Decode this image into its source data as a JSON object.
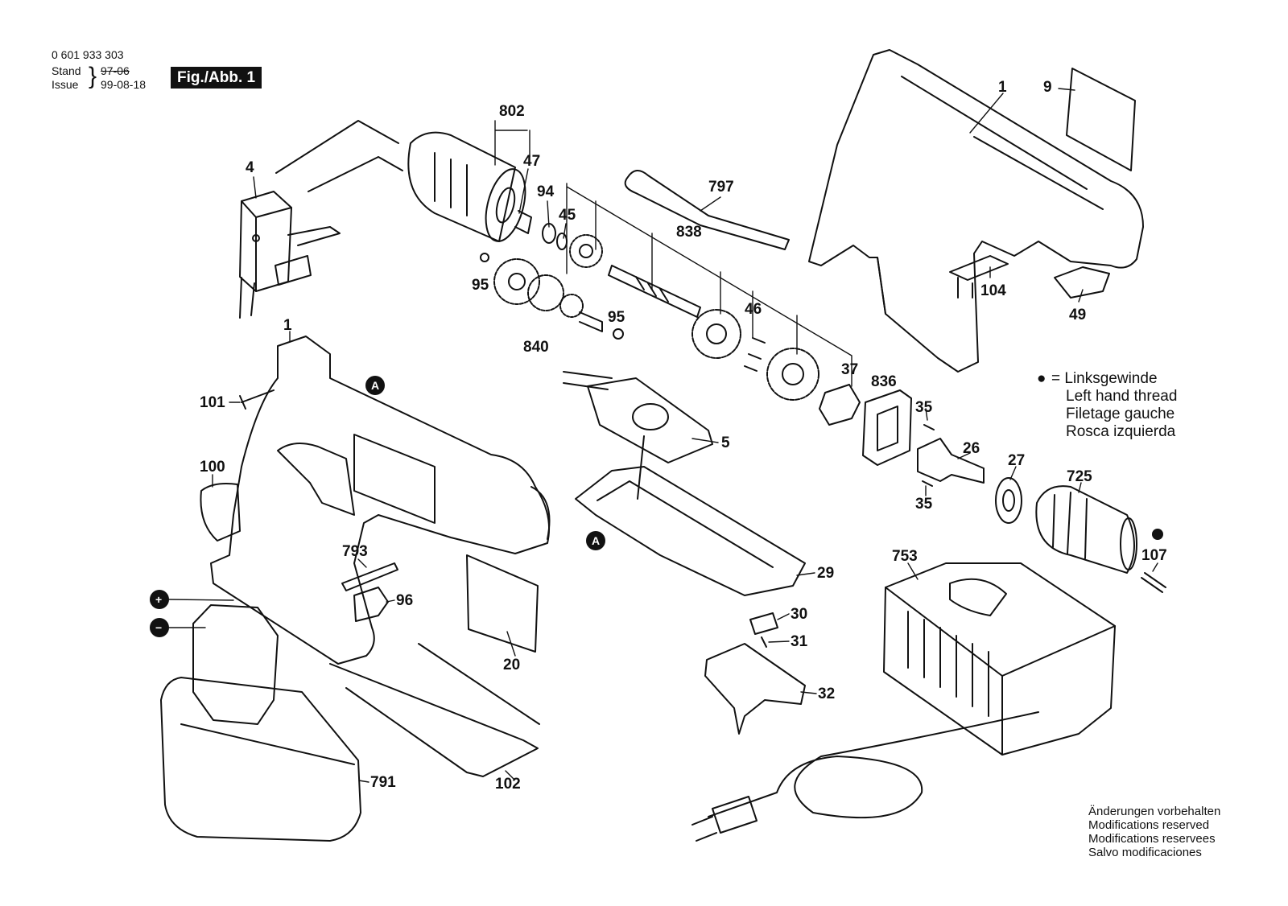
{
  "header": {
    "part_number": "0 601 933 303",
    "stand_label": "Stand",
    "issue_label": "Issue",
    "stand_old_date": "97-06",
    "issue_date": "99-08-18",
    "figure_label": "Fig./Abb. 1"
  },
  "legend": {
    "symbol": "●",
    "lines": [
      "= Linksgewinde",
      "Left hand thread",
      "Filetage gauche",
      "Rosca izquierda"
    ]
  },
  "modifications": [
    "Änderungen vorbehalten",
    "Modifications reserved",
    "Modifications reservees",
    "Salvo modificaciones"
  ],
  "callouts": {
    "c802": "802",
    "c47": "47",
    "c94": "94",
    "c45": "45",
    "c4": "4",
    "c797": "797",
    "c838": "838",
    "c95a": "95",
    "c95b": "95",
    "c840": "840",
    "c46": "46",
    "c37": "37",
    "c836": "836",
    "c1a": "1",
    "c9": "9",
    "c104": "104",
    "c49": "49",
    "c1b": "1",
    "c101": "101",
    "c100": "100",
    "c5": "5",
    "c35a": "35",
    "c26": "26",
    "c27": "27",
    "c35b": "35",
    "c725": "725",
    "c107": "107",
    "c793": "793",
    "c96": "96",
    "c20": "20",
    "c29": "29",
    "c753": "753",
    "c30": "30",
    "c31": "31",
    "c32": "32",
    "c791": "791",
    "c102": "102"
  },
  "markers": {
    "ref_a": "A",
    "plus": "+",
    "minus": "−"
  }
}
